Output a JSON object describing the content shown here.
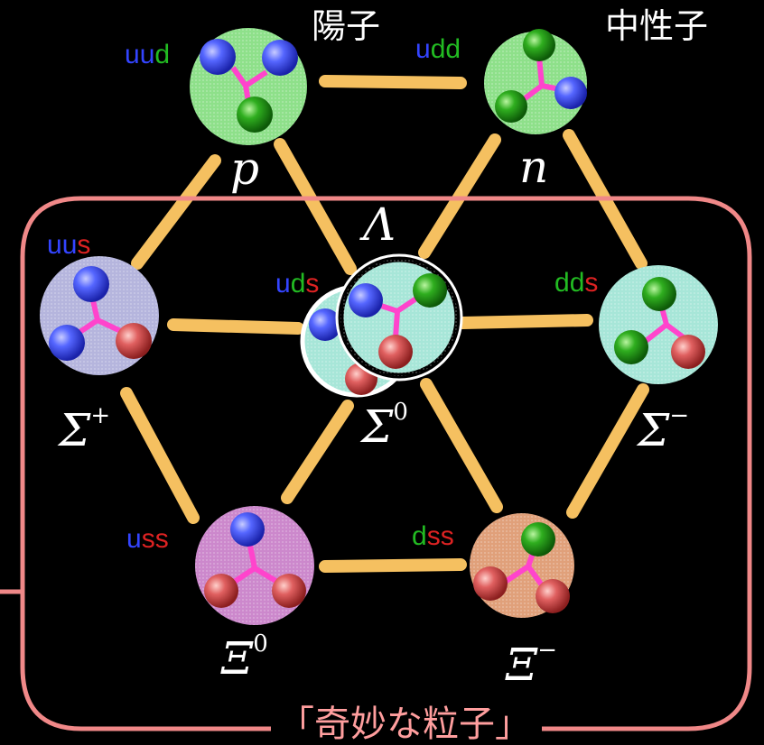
{
  "labels": {
    "proton": "陽子",
    "neutron": "中性子",
    "strange_particles": "「奇妙な粒子」"
  },
  "colors": {
    "u_quark": "#3344ff",
    "d_quark": "#22bb22",
    "s_quark": "#dd2222",
    "bond": "#f5c060",
    "frame": "#f08888"
  },
  "particles": [
    {
      "id": "p",
      "symbol": "p",
      "superscript": "",
      "quarks": [
        "u",
        "u",
        "d"
      ]
    },
    {
      "id": "n",
      "symbol": "n",
      "superscript": "",
      "quarks": [
        "u",
        "d",
        "d"
      ]
    },
    {
      "id": "sigma-plus",
      "symbol": "Σ",
      "superscript": "+",
      "quarks": [
        "u",
        "u",
        "s"
      ]
    },
    {
      "id": "lambda",
      "symbol": "Λ",
      "superscript": "",
      "quarks": [
        "u",
        "d",
        "s"
      ]
    },
    {
      "id": "sigma-zero",
      "symbol": "Σ",
      "superscript": "0",
      "quarks": []
    },
    {
      "id": "sigma-minus",
      "symbol": "Σ",
      "superscript": "−",
      "quarks": [
        "d",
        "d",
        "s"
      ]
    },
    {
      "id": "xi-zero",
      "symbol": "Ξ",
      "superscript": "0",
      "quarks": [
        "u",
        "s",
        "s"
      ]
    },
    {
      "id": "xi-minus",
      "symbol": "Ξ",
      "superscript": "−",
      "quarks": [
        "d",
        "s",
        "s"
      ]
    }
  ]
}
